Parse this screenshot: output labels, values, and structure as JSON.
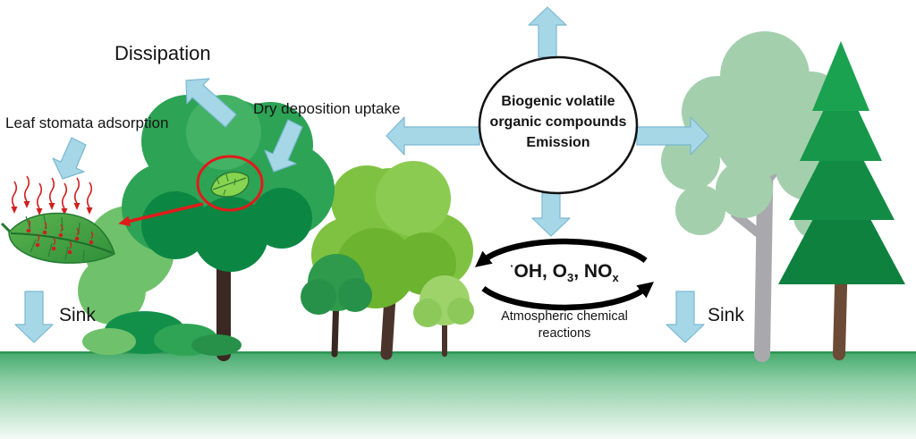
{
  "labels": {
    "dissipation": "Dissipation",
    "dry_deposition": "Dry deposition uptake",
    "leaf_stomata": "Leaf stomata adsorption",
    "sink_left": "Sink",
    "sink_right": "Sink",
    "bvoc": "Biogenic volatile\norganic compounds\nEmission",
    "atmospheric": "Atmospheric chemical\nreactions"
  },
  "chem": {
    "dot": "·",
    "p1": "OH, O",
    "s1": "3",
    "p2": ", NO",
    "s2": "x"
  },
  "colors": {
    "arrow_blue": "#a6d7e7",
    "arrow_blue_outline": "#7ab8d2",
    "tree_green": "#2da355",
    "tree_green_dark": "#0c8743",
    "tree_green_light": "#43b264",
    "tree_yellow_green": "#7fc241",
    "pale_tree_green": "#a3cfad",
    "conifer_green": "#128c44",
    "trunk_brown": "#3a2822",
    "trunk_gray": "#a9a9ad",
    "highlight_red": "#e01b1b",
    "cycle_black": "#000000",
    "ground_green": "#44a96b"
  }
}
